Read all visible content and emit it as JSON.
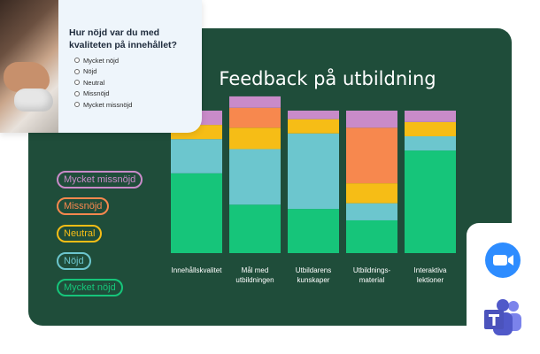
{
  "survey": {
    "question": "Hur nöjd var du med kvaliteten på innehållet?",
    "options": [
      "Mycket nöjd",
      "Nöjd",
      "Neutral",
      "Missnöjd",
      "Mycket missnöjd"
    ]
  },
  "legend": {
    "items": [
      {
        "label": "Mycket missnöjd",
        "color": "#c98bc9"
      },
      {
        "label": "Missnöjd",
        "color": "#f7884e"
      },
      {
        "label": "Neutral",
        "color": "#f6bd16"
      },
      {
        "label": "Nöjd",
        "color": "#6cc6ce"
      },
      {
        "label": "Mycket nöjd",
        "color": "#16c57a"
      }
    ]
  },
  "icons": {
    "zoom": "zoom-logo-icon",
    "teams": "teams-logo-icon"
  },
  "chart_data": {
    "type": "bar",
    "stacked": true,
    "normalized": true,
    "title": "Feedback på utbildning",
    "categories": [
      "Innehållskvalitet",
      "Mål med utbildningen",
      "Utbildarens kunskaper",
      "Utbildnings-material",
      "Interaktiva lektioner"
    ],
    "category_lines": [
      [
        "Innehållskvalitet"
      ],
      [
        "Mål med",
        "utbildningen"
      ],
      [
        "Utbildarens",
        "kunskaper"
      ],
      [
        "Utbildnings-",
        "material"
      ],
      [
        "Interaktiva",
        "lektioner"
      ]
    ],
    "series": [
      {
        "name": "Mycket nöjd",
        "color": "#16c57a",
        "values": [
          56,
          34,
          31,
          23,
          72
        ]
      },
      {
        "name": "Nöjd",
        "color": "#6cc6ce",
        "values": [
          24,
          39,
          53,
          12,
          10
        ]
      },
      {
        "name": "Neutral",
        "color": "#f6bd16",
        "values": [
          10,
          15,
          10,
          14,
          10
        ]
      },
      {
        "name": "Missnöjd",
        "color": "#f7884e",
        "values": [
          0,
          14,
          0,
          39,
          0
        ]
      },
      {
        "name": "Mycket missnöjd",
        "color": "#c98bc9",
        "values": [
          10,
          8,
          6,
          12,
          8
        ]
      }
    ],
    "ylim": [
      0,
      100
    ],
    "grid": false,
    "legend_position": "left"
  }
}
